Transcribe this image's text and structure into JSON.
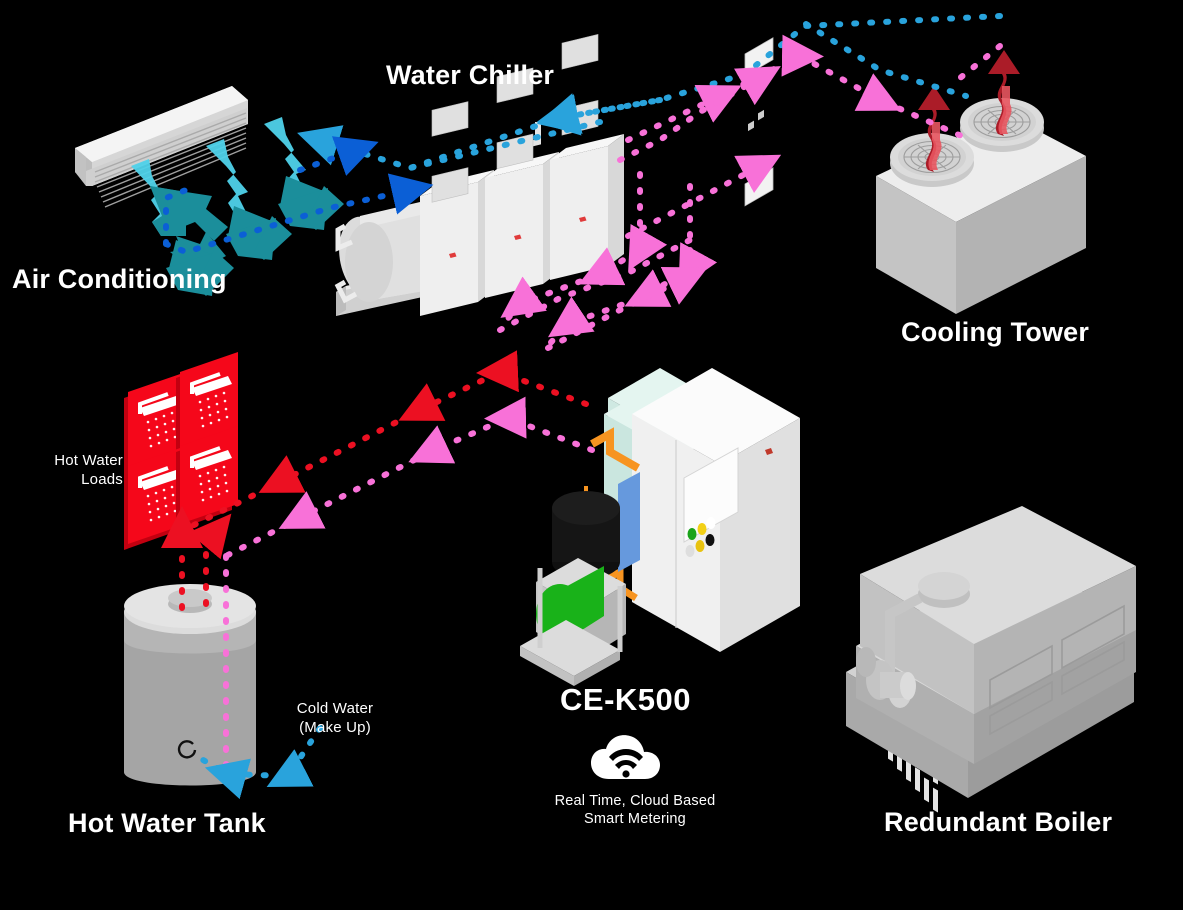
{
  "diagram": {
    "title": "CE-K500 HVAC Energy System Diagram",
    "background_color": "#000000",
    "text_color": "#ffffff"
  },
  "labels": {
    "air_conditioning": "Air Conditioning",
    "water_chiller": "Water Chiller",
    "cooling_tower": "Cooling Tower",
    "redundant_boiler": "Redundant Boiler",
    "hot_water_tank": "Hot Water Tank",
    "hot_water_loads": "Hot Water\nLoads",
    "cold_water": "Cold Water\n(Make Up)",
    "device_name": "CE-K500",
    "device_caption": "Real Time, Cloud Based\nSmart Metering"
  },
  "icons": {
    "cloud_wifi": "cloud-wifi-icon",
    "shower": "shower-icon",
    "fan": "fan-icon"
  },
  "colors": {
    "chilled_water_cyan": "#29a3dc",
    "chilled_water_blue": "#0b5fd6",
    "air_flow_teal": "#1b8e9b",
    "air_flow_lightblue": "#4fd2ea",
    "condenser_magenta": "#f871d8",
    "hot_water_red": "#ec1022",
    "heat_arrow_dark": "#ab1c28",
    "heat_arrow_light": "#e8555f",
    "equipment_light": "#e6e6e6",
    "equipment_mid": "#c9c9c9",
    "equipment_dark": "#a8a8a8",
    "device_mint": "#d9f2ec",
    "device_white": "#f4f4f4",
    "pipe_orange": "#f79420",
    "pump_green": "#19b219",
    "loads_red": "#f5071a"
  },
  "flows": [
    {
      "name": "chilled-water-supply",
      "color": "#29a3dc",
      "from": "Water Chiller",
      "to": "Air Conditioning"
    },
    {
      "name": "chilled-water-return",
      "color": "#0b5fd6",
      "from": "Air Conditioning",
      "to": "Water Chiller"
    },
    {
      "name": "condenser-water-loop",
      "color": "#f871d8",
      "from": "Water Chiller",
      "to": "Cooling Tower"
    },
    {
      "name": "hot-water-supply",
      "color": "#ec1022",
      "from": "Hot Water Tank",
      "to": "Hot Water Loads"
    },
    {
      "name": "hot-water-return",
      "color": "#f871d8",
      "from": "CE-K500",
      "to": "Hot Water Tank"
    },
    {
      "name": "cold-water-makeup",
      "color": "#29a3dc",
      "from": "Cold Water (Make Up)",
      "to": "Hot Water Tank"
    },
    {
      "name": "heat-rejection",
      "color": "#ab1c28",
      "from": "Cooling Tower",
      "to": "Atmosphere"
    }
  ]
}
